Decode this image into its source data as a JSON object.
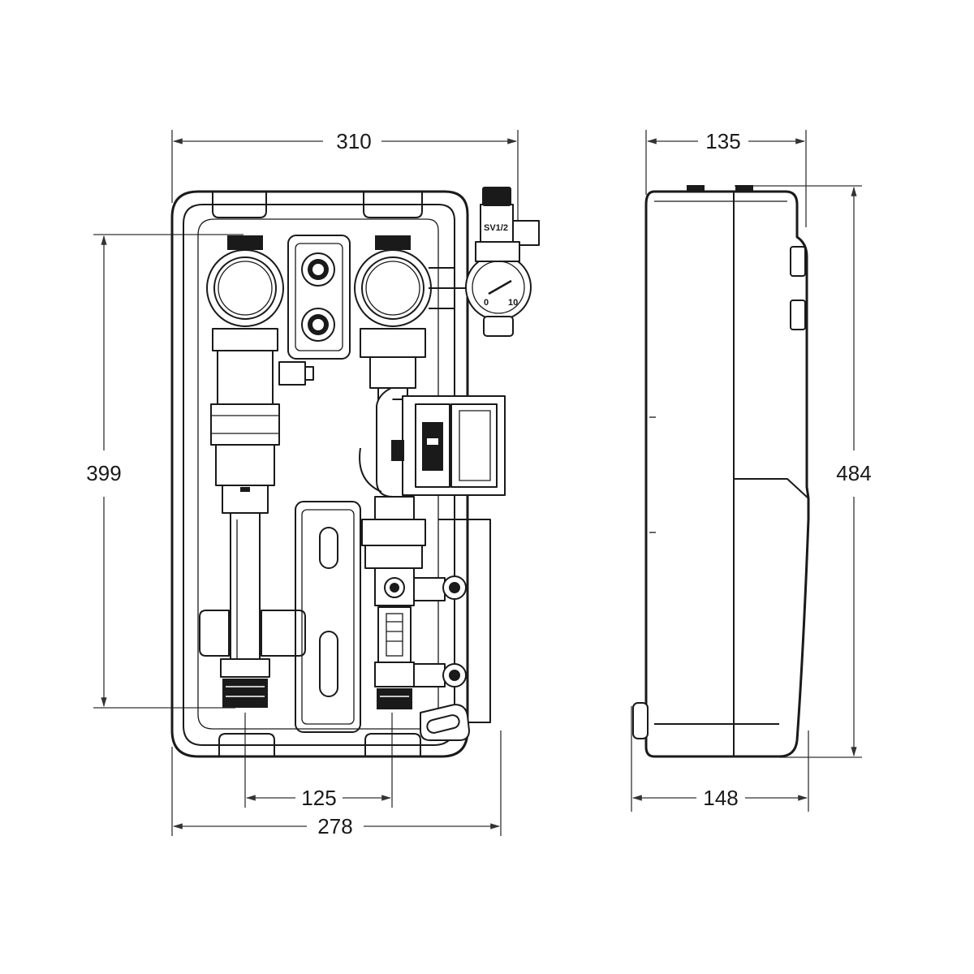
{
  "dimensions": {
    "front_width_top": "310",
    "front_width_bottom": "278",
    "front_height": "399",
    "connection_spacing": "125",
    "side_depth_top": "135",
    "side_depth_bottom": "148",
    "side_height": "484"
  },
  "valve_label": "SV1/2"
}
